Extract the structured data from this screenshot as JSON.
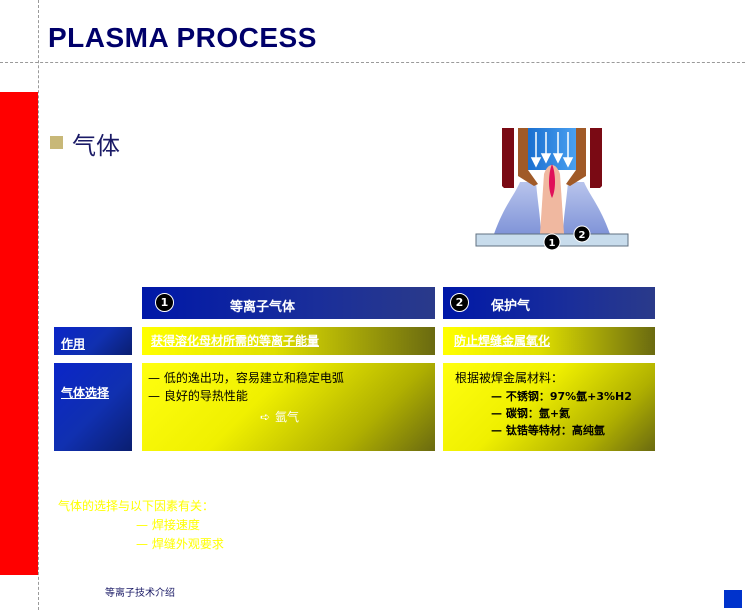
{
  "header": {
    "title": "PLASMA PROCESS"
  },
  "section": {
    "title": "气体"
  },
  "diagram": {
    "marker_1": "1",
    "marker_2": "2"
  },
  "table": {
    "columns": [
      {
        "number": "1",
        "label": "等离子气体"
      },
      {
        "number": "2",
        "label": "保护气"
      }
    ],
    "rows": [
      {
        "label": "作用",
        "cells": [
          "获得溶化母材所需的等离子能量",
          "防止焊缝金属氧化"
        ]
      },
      {
        "label": "气体选择",
        "col1": {
          "lines": [
            "— 低的逸出功，容易建立和稳定电弧",
            "— 良好的导热性能"
          ],
          "arrow": "➪",
          "result": "氩气"
        },
        "col2": {
          "intro": "根据被焊金属材料：",
          "lines": [
            "— 不锈钢：97%氩+3%H2",
            "— 碳钢：氩+氦",
            "— 钛锆等特材：高纯氩"
          ]
        }
      }
    ]
  },
  "note": {
    "intro": "气体的选择与以下因素有关：",
    "items": [
      "— 焊接速度",
      "— 焊缝外观要求"
    ]
  },
  "footer": {
    "text": "等离子技术介绍"
  },
  "colors": {
    "title": "#00006a",
    "red_bar": "#ff0000",
    "header_blue": "#0018a8",
    "cell_yellow": "#ffff00",
    "note": "#ffff00"
  }
}
